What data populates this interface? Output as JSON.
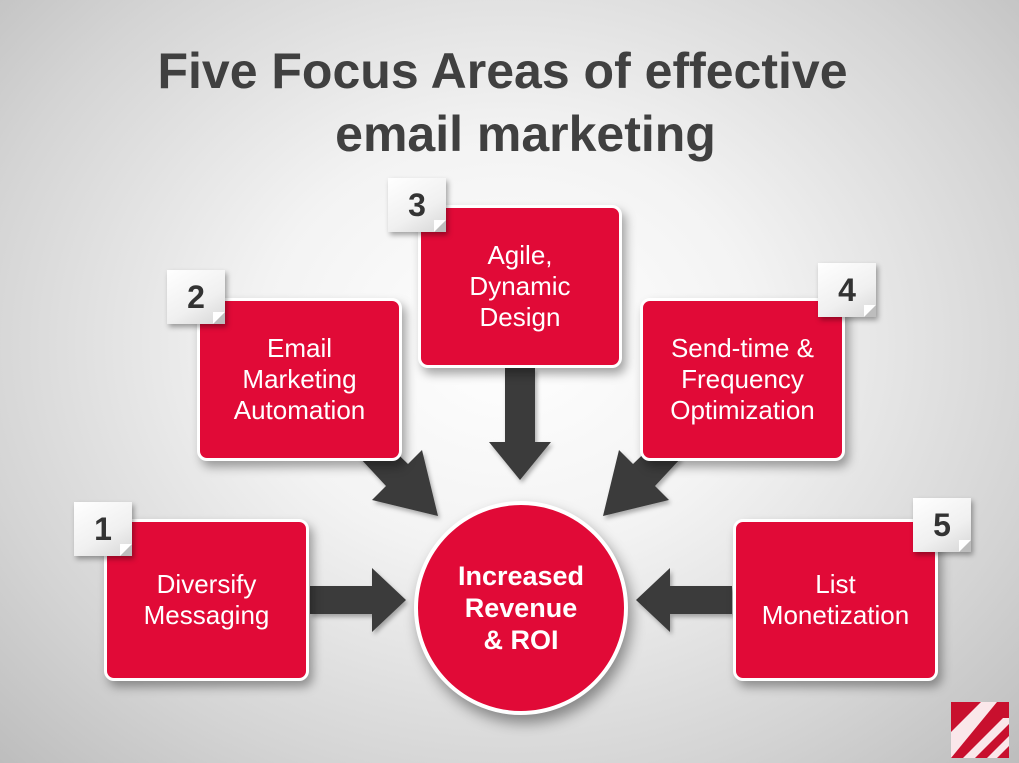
{
  "title": {
    "line1": "Five Focus Areas of effective",
    "line2": "email marketing"
  },
  "center": {
    "lines": [
      "Increased",
      "Revenue",
      "& ROI"
    ]
  },
  "focus_areas": [
    {
      "number": "1",
      "lines": [
        "Diversify",
        "Messaging"
      ]
    },
    {
      "number": "2",
      "lines": [
        "Email",
        "Marketing",
        "Automation"
      ]
    },
    {
      "number": "3",
      "lines": [
        "Agile,",
        "Dynamic",
        "Design"
      ]
    },
    {
      "number": "4",
      "lines": [
        "Send-time &",
        "Frequency",
        "Optimization"
      ]
    },
    {
      "number": "5",
      "lines": [
        "List",
        "Monetization"
      ]
    }
  ],
  "colors": {
    "accent": "#e10a37",
    "title_text": "#404040",
    "arrow": "#3a3a3a"
  }
}
